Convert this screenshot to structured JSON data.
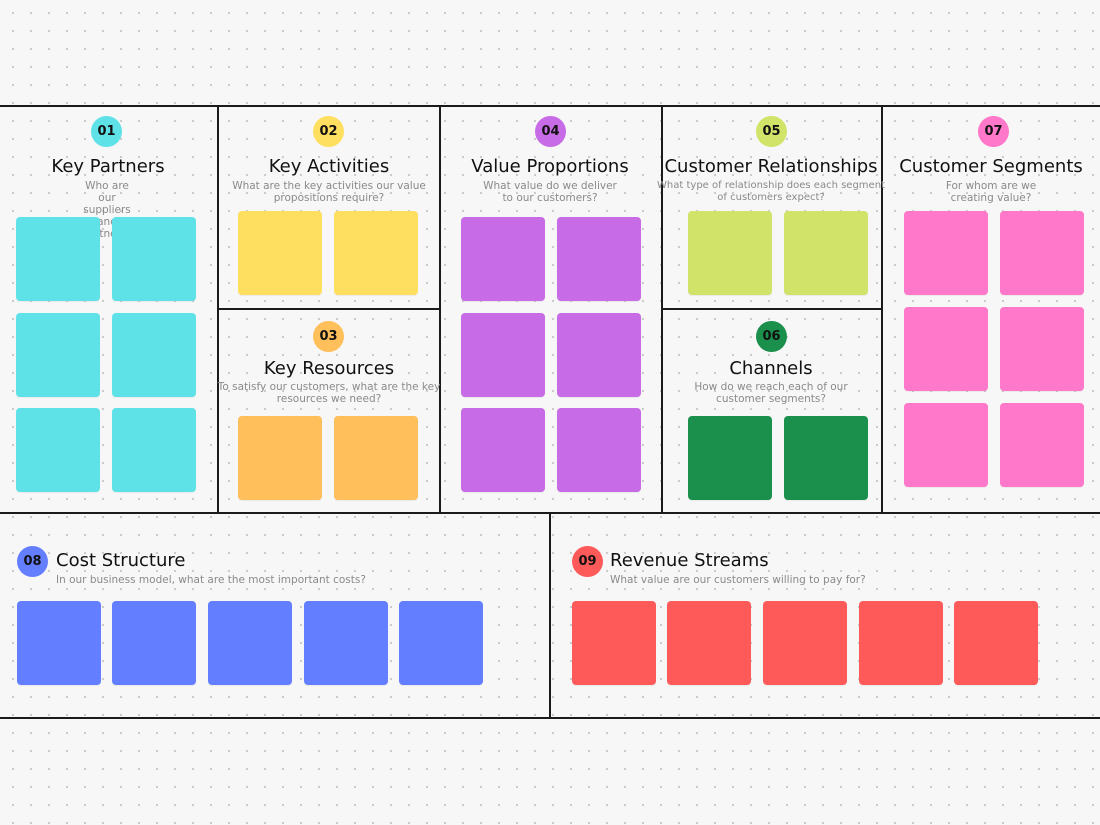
{
  "colors": {
    "teal": "#5EE2E8",
    "yellow": "#FFDF60",
    "orange": "#FFBF5A",
    "purple": "#C86BE6",
    "lime": "#D2E36A",
    "green": "#1B8F4C",
    "pink": "#FF78C9",
    "blue": "#637EFF",
    "red": "#FF5A5A"
  },
  "blocks": {
    "key_partners": {
      "number": "01",
      "title": "Key Partners",
      "sub1": "Who are our suppliers and",
      "sub2": "partners?"
    },
    "key_activities": {
      "number": "02",
      "title": "Key Activities",
      "sub1": "What are the key activities our value",
      "sub2": "propositions require?"
    },
    "key_resources": {
      "number": "03",
      "title": "Key Resources",
      "sub1": "To satisfy our customers, what are the key",
      "sub2": "resources we need?"
    },
    "value_proportions": {
      "number": "04",
      "title": "Value Proportions",
      "sub1": "What value do we deliver",
      "sub2": "to our customers?"
    },
    "customer_relationships": {
      "number": "05",
      "title": "Customer Relationships",
      "sub1": "What type of relationship does each segment",
      "sub2": "of customers expect?"
    },
    "channels": {
      "number": "06",
      "title": "Channels",
      "sub1": "How do we reach each of our",
      "sub2": "customer segments?"
    },
    "customer_segments": {
      "number": "07",
      "title": "Customer Segments",
      "sub1": "For whom are we",
      "sub2": "creating value?"
    },
    "cost_structure": {
      "number": "08",
      "title": "Cost Structure",
      "sub1": "In our business model, what are the most important costs?"
    },
    "revenue_streams": {
      "number": "09",
      "title": "Revenue Streams",
      "sub1": "What value are our customers willing to pay for?"
    }
  }
}
